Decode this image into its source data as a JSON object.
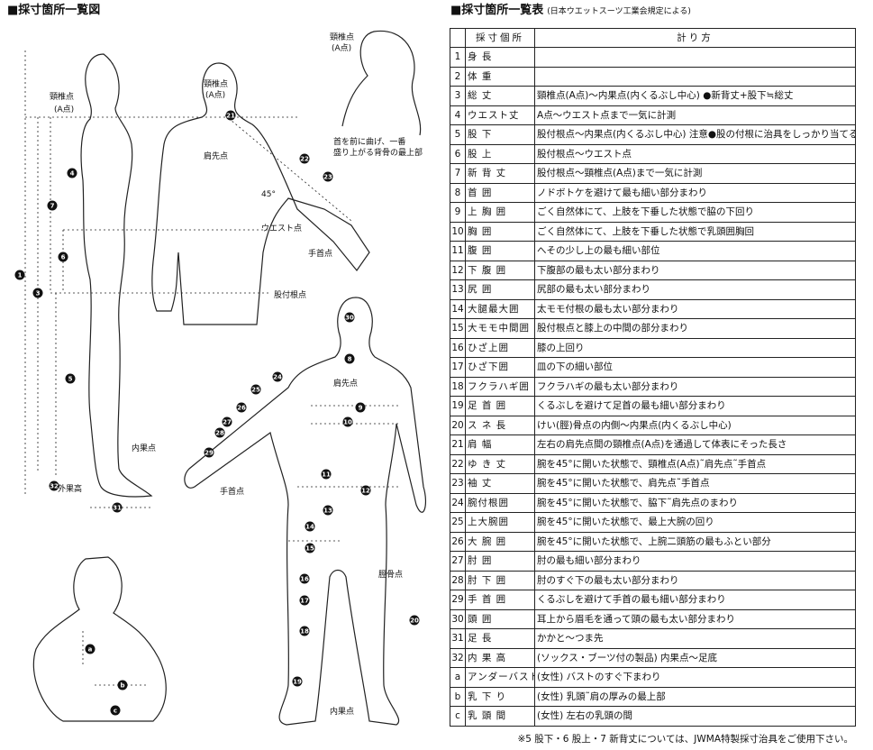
{
  "left_heading": "■採寸箇所一覧図",
  "right_heading": "■採寸箇所一覧表",
  "right_subheading": "(日本ウエットスーツ工業会規定による)",
  "table": {
    "headers": [
      "",
      "採寸個所",
      "計り方"
    ],
    "rows": [
      {
        "no": "1",
        "name": "身 長",
        "method": ""
      },
      {
        "no": "2",
        "name": "体 重",
        "method": ""
      },
      {
        "no": "3",
        "name": "総 丈",
        "method": "頸椎点(A点)〜内果点(内くるぶし中心) ●新背丈+股下≒総丈"
      },
      {
        "no": "4",
        "name": "ウエスト丈",
        "method": "A点〜ウエスト点まで一気に計測"
      },
      {
        "no": "5",
        "name": "股 下",
        "method": "股付根点〜内果点(内くるぶし中心) 注意●股の付根に治具をしっかり当てる"
      },
      {
        "no": "6",
        "name": "股 上",
        "method": "股付根点〜ウエスト点"
      },
      {
        "no": "7",
        "name": "新 背 丈",
        "method": "股付根点〜頸椎点(A点)まで一気に計測"
      },
      {
        "no": "8",
        "name": "首 囲",
        "method": "ノドボトケを避けて最も細い部分まわり"
      },
      {
        "no": "9",
        "name": "上 胸 囲",
        "method": "ごく自然体にて、上肢を下垂した状態で脇の下回り"
      },
      {
        "no": "10",
        "name": "胸 囲",
        "method": "ごく自然体にて、上肢を下垂した状態で乳頭囲胸回"
      },
      {
        "no": "11",
        "name": "腹 囲",
        "method": "へその少し上の最も細い部位"
      },
      {
        "no": "12",
        "name": "下 腹 囲",
        "method": "下腹部の最も太い部分まわり"
      },
      {
        "no": "13",
        "name": "尻 囲",
        "method": "尻部の最も太い部分まわり"
      },
      {
        "no": "14",
        "name": "大腿最大囲",
        "method": "太モモ付根の最も太い部分まわり"
      },
      {
        "no": "15",
        "name": "大モモ中間囲",
        "method": "股付根点と膝上の中間の部分まわり"
      },
      {
        "no": "16",
        "name": "ひざ上囲",
        "method": "膝の上回り"
      },
      {
        "no": "17",
        "name": "ひざ下囲",
        "method": "皿の下の細い部位"
      },
      {
        "no": "18",
        "name": "フクラハギ囲",
        "method": "フクラハギの最も太い部分まわり"
      },
      {
        "no": "19",
        "name": "足 首 囲",
        "method": "くるぶしを避けて足首の最も細い部分まわり"
      },
      {
        "no": "20",
        "name": "ス ネ 長",
        "method": "けい(脛)骨点の内側〜内果点(内くるぶし中心)"
      },
      {
        "no": "21",
        "name": "肩 幅",
        "method": "左右の肩先点間の頸椎点(A点)を通過して体表にそった長さ"
      },
      {
        "no": "22",
        "name": "ゆ き 丈",
        "method": "腕を45°に開いた状態で、頸椎点(A点)˜肩先点˜手首点"
      },
      {
        "no": "23",
        "name": "袖 丈",
        "method": "腕を45°に開いた状態で、肩先点˜手首点"
      },
      {
        "no": "24",
        "name": "腕付根囲",
        "method": "腕を45°に開いた状態で、脇下˜肩先点のまわり"
      },
      {
        "no": "25",
        "name": "上大腕囲",
        "method": "腕を45°に開いた状態で、最上大腕の回り"
      },
      {
        "no": "26",
        "name": "大 腕 囲",
        "method": "腕を45°に開いた状態で、上腕二頭筋の最もふとい部分"
      },
      {
        "no": "27",
        "name": "肘 囲",
        "method": "肘の最も細い部分まわり"
      },
      {
        "no": "28",
        "name": "肘 下 囲",
        "method": "肘のすぐ下の最も太い部分まわり"
      },
      {
        "no": "29",
        "name": "手 首 囲",
        "method": "くるぶしを避けて手首の最も細い部分まわり"
      },
      {
        "no": "30",
        "name": "頭 囲",
        "method": "耳上から眉毛を通って頭の最も太い部分まわり"
      },
      {
        "no": "31",
        "name": "足 長",
        "method": "かかと〜つま先"
      },
      {
        "no": "32",
        "name": "内 果 高",
        "method": "(ソックス・ブーツ付の製品) 内果点〜足底"
      },
      {
        "no": "a",
        "name": "アンダーバスト",
        "method": "(女性) バストのすぐ下まわり"
      },
      {
        "no": "b",
        "name": "乳 下 り",
        "method": "(女性) 乳頭˜肩の厚みの最上部"
      },
      {
        "no": "c",
        "name": "乳 頭 間",
        "method": "(女性) 左右の乳頭の間"
      }
    ]
  },
  "footnote": "※5 股下・6 股上・7 新背丈については、JWMA特製採寸治具をご使用下さい。",
  "diagram_labels": {
    "cervical_a": "頸椎点",
    "a_point": "(A点)",
    "shoulder_point": "肩先点",
    "waist_point": "ウエスト点",
    "wrist_point": "手首点",
    "crotch_point": "股付根点",
    "inner_ankle": "内果点",
    "outer_ankle": "外果高",
    "tibia_point": "脛骨点",
    "angle_45": "45°",
    "neck_note_1": "首を前に曲げ、一番",
    "neck_note_2": "盛り上がる背骨の最上部"
  },
  "diagram_markers": {
    "m1": "1",
    "m3": "3",
    "m4": "4",
    "m5": "5",
    "m6": "6",
    "m7": "7",
    "m8": "8",
    "m9": "9",
    "m10": "10",
    "m11": "11",
    "m12": "12",
    "m13": "13",
    "m14": "14",
    "m15": "15",
    "m16": "16",
    "m17": "17",
    "m18": "18",
    "m19": "19",
    "m20": "20",
    "m21": "21",
    "m22": "22",
    "m23": "23",
    "m24": "24",
    "m25": "25",
    "m26": "26",
    "m27": "27",
    "m28": "28",
    "m29": "29",
    "m30": "30",
    "m31": "31",
    "m32": "32",
    "ma": "a",
    "mb": "b",
    "mc": "c"
  }
}
